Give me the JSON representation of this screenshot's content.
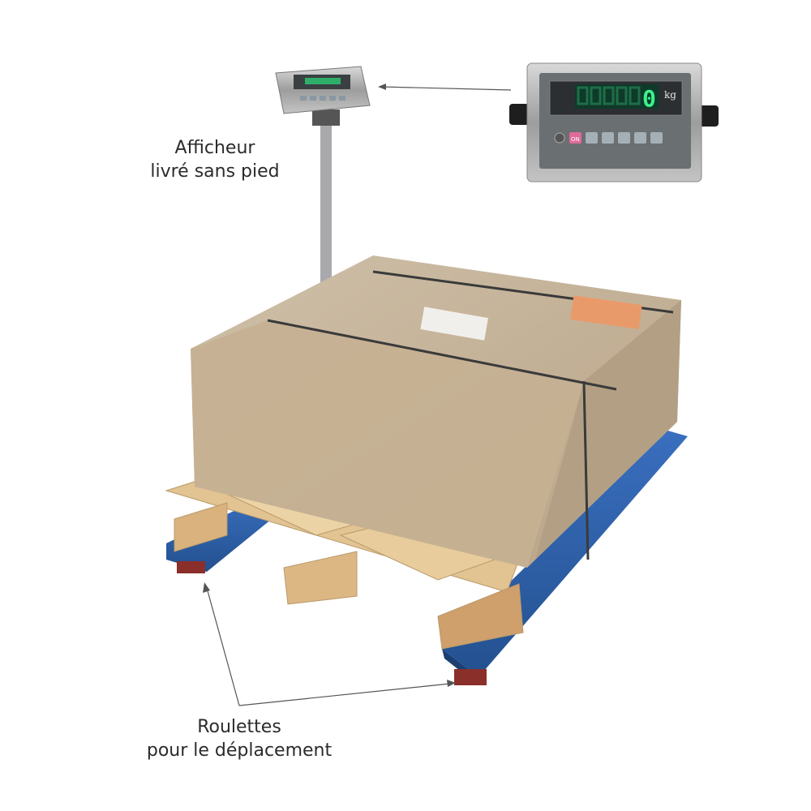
{
  "annotations": {
    "display": {
      "line1": "Afficheur",
      "line2": "livré sans pied"
    },
    "wheels": {
      "line1": "Roulettes",
      "line2": "pour le déplacement"
    }
  },
  "indicator": {
    "reading": "0",
    "unit": "kg",
    "on_key": "ON"
  },
  "colors": {
    "frame_blue": "#2f5fa8",
    "display_green": "#3cf28a",
    "wood": "#e2c392",
    "carton": "#c9b69a"
  }
}
